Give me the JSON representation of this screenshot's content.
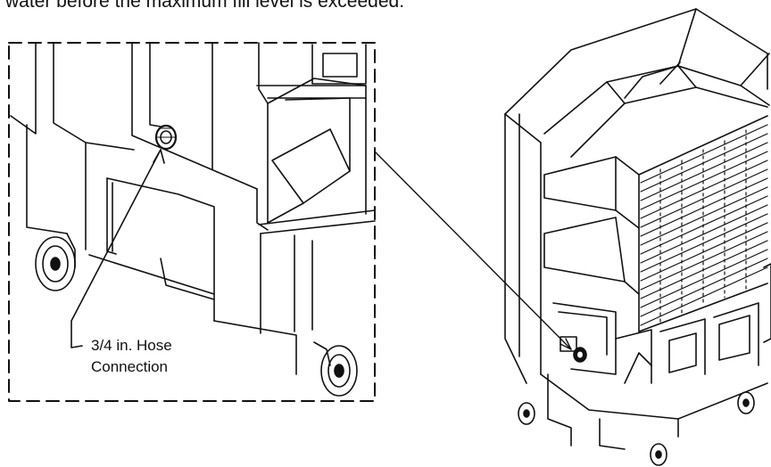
{
  "header": {
    "text": "water before the maximum fill level is exceeded."
  },
  "callout": {
    "line1": "3/4 in. Hose",
    "line2": "Connection"
  }
}
